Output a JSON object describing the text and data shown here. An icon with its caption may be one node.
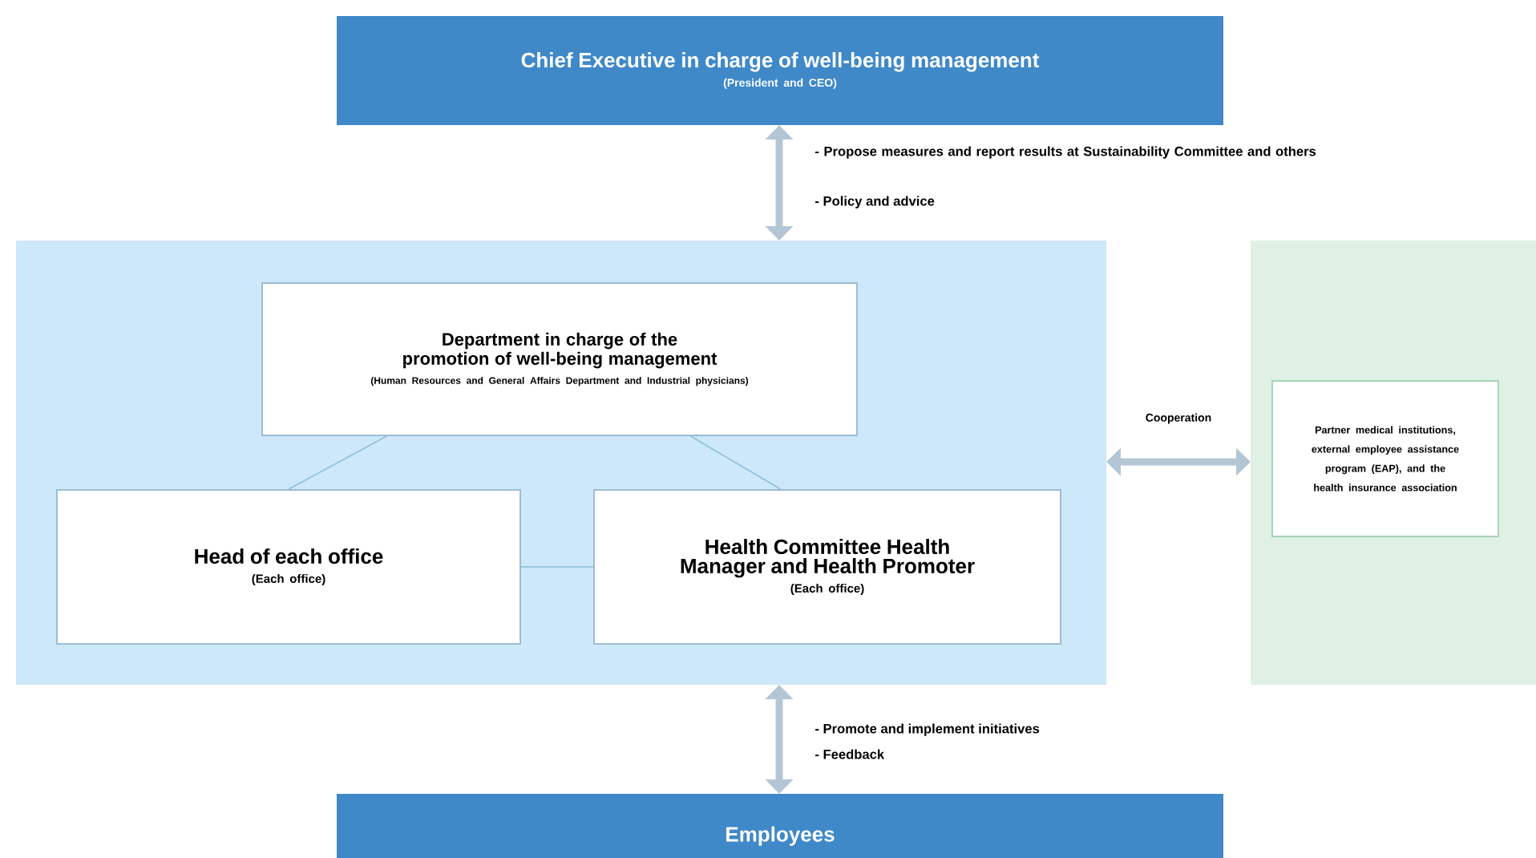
{
  "diagram": {
    "nodes": [
      {
        "text": [
          "Chief Executive in charge of well-being management",
          "(President and CEO)"
        ]
      },
      {
        "text": [],
        "shape": "box"
      },
      {
        "text": [
          "Department in charge of the promotion of well-being management",
          "(Human Resources and General Affairs Department and Industrial physicians)"
        ],
        "in": 1
      },
      {
        "text": [
          "Head of each office",
          "(Each office)"
        ],
        "in": 1
      },
      {
        "text": [
          "Health Committee Health Manager and Health Promoter",
          "(Each office)"
        ],
        "in": 1
      },
      {
        "text": [],
        "shape": "box"
      },
      {
        "text": [
          "Partner medical institutions, external employee assistance program (EAP), and the health insurance association"
        ],
        "in": 5
      },
      {
        "text": [
          "Employees"
        ]
      }
    ],
    "edges": [
      {
        "from": 0,
        "to": 1,
        "arrow": "both",
        "style": "thick"
      },
      {
        "from": 1,
        "to": 5,
        "arrow": "both",
        "label": "Cooperation",
        "style": "thick"
      },
      {
        "from": 1,
        "to": 7,
        "arrow": "both",
        "style": "thick"
      },
      {
        "from": 2,
        "to": 3,
        "arrow": "none"
      },
      {
        "from": 2,
        "to": 4,
        "arrow": "none"
      },
      {
        "from": 3,
        "to": 4,
        "arrow": "none"
      }
    ],
    "labels": [
      "- Propose measures and report results at Sustainability Committee and others",
      "- Policy and advice",
      "- Promote and implement initiatives",
      "- Feedback"
    ]
  }
}
